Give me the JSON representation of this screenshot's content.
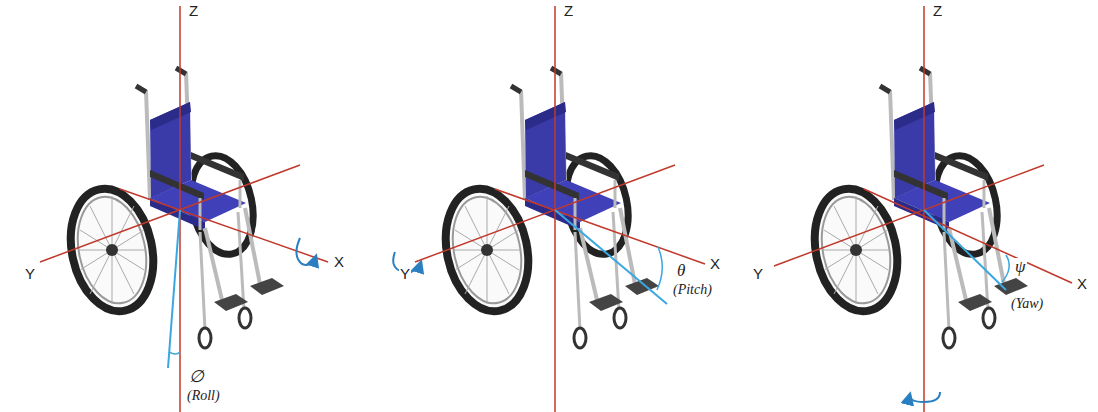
{
  "diagram": {
    "labels": [
      "Z",
      "X",
      "Y",
      "∅",
      "(Roll)",
      "Z",
      "X",
      "Y",
      "θ",
      "(Pitch)",
      "Z",
      "X",
      "Y",
      "ψ",
      "(Yaw)"
    ]
  }
}
